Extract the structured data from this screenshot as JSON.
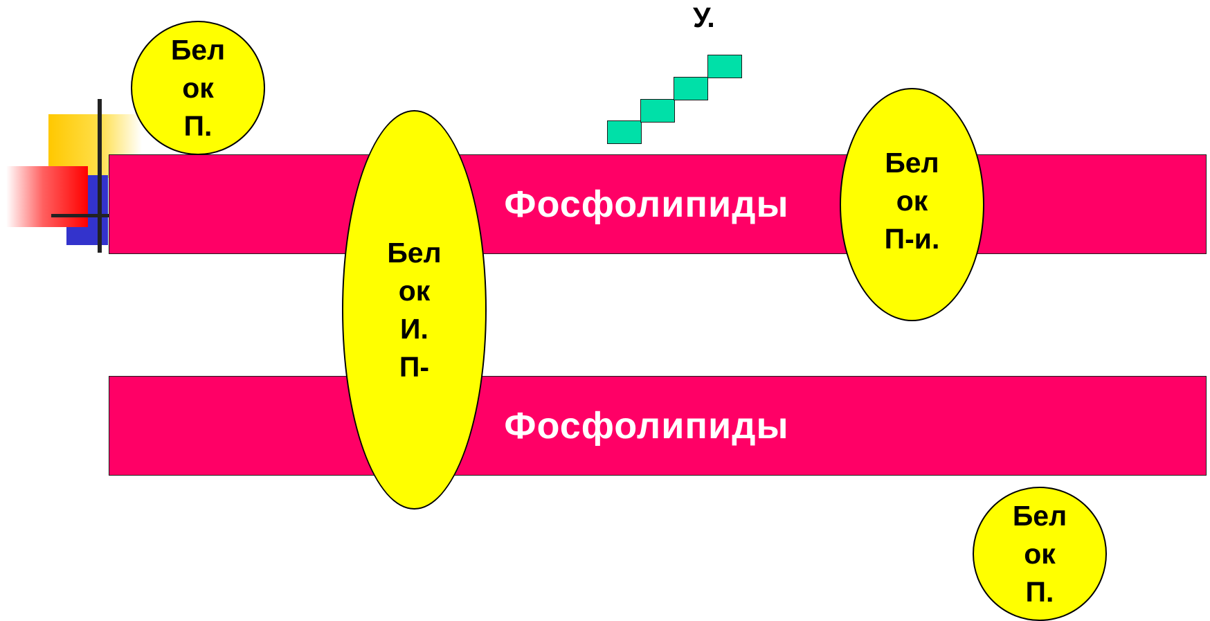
{
  "diagram": {
    "top_label": "У.",
    "upper_layer": {
      "label": "Фосфолипиды"
    },
    "lower_layer": {
      "label": "Фосфолипиды"
    },
    "proteins": [
      {
        "id": "peripheral-top-left",
        "label": "Бел\nок\nП."
      },
      {
        "id": "integral",
        "label": "Бел\nок\nИ.\nП-"
      },
      {
        "id": "semi-integral",
        "label": "Бел\nок\nП-и."
      },
      {
        "id": "peripheral-bottom-right",
        "label": "Бел\nок\nП."
      }
    ],
    "colors": {
      "phospholipid": "#ff0066",
      "protein": "#ffff00",
      "carbohydrate": "#00e0a8"
    }
  }
}
